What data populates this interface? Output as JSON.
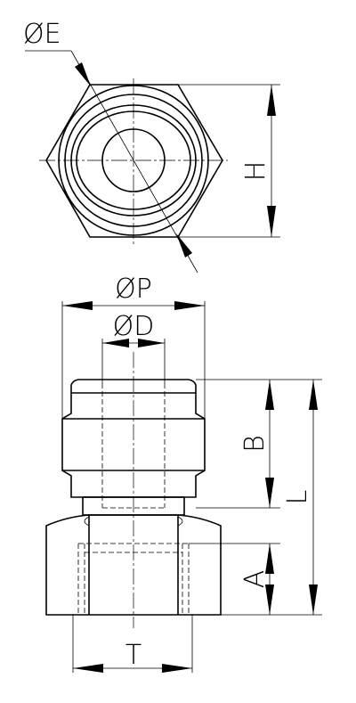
{
  "labels": {
    "E": "ØE",
    "H": "H",
    "P": "ØP",
    "D": "ØD",
    "B": "B",
    "L": "L",
    "A": "A",
    "T": "T"
  }
}
